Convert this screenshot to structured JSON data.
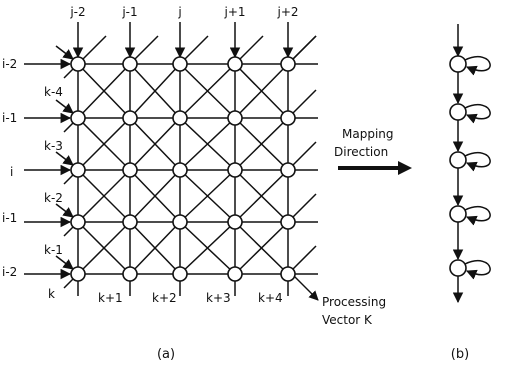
{
  "figure_a": {
    "col_labels": [
      "j-2",
      "j-1",
      "j",
      "j+1",
      "j+2"
    ],
    "row_labels": [
      "i-2",
      "i-1",
      "i",
      "i-1",
      "i-2"
    ],
    "k_left_labels": [
      "k-4",
      "k-3",
      "k-2",
      "k-1",
      "k"
    ],
    "k_bottom_labels": [
      "k+1",
      "k+2",
      "k+3",
      "k+4"
    ],
    "processing_label_line1": "Processing",
    "processing_label_line2": "Vector K",
    "caption": "(a)"
  },
  "mapping": {
    "line1": "Mapping",
    "line2": "Direction"
  },
  "figure_b": {
    "caption": "(b)"
  }
}
